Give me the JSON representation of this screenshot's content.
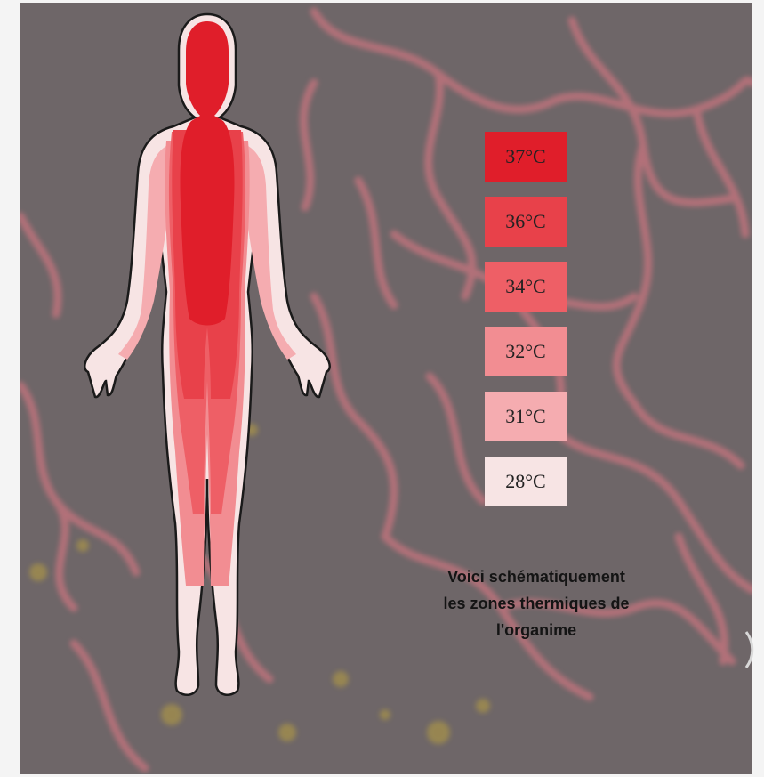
{
  "legend": [
    {
      "label": "37°C",
      "color": "#e01e2a"
    },
    {
      "label": "36°C",
      "color": "#e8414a"
    },
    {
      "label": "34°C",
      "color": "#ee5f66"
    },
    {
      "label": "32°C",
      "color": "#f28d92"
    },
    {
      "label": "31°C",
      "color": "#f5acb0"
    },
    {
      "label": "28°C",
      "color": "#f7e4e4"
    }
  ],
  "caption": {
    "line1": "Voici schématiquement",
    "line2": "les zones thermiques de",
    "line3": "l'organime"
  },
  "colors": {
    "background": "#6e6668",
    "coral": "#c9747f",
    "outline": "#1a1a1a"
  }
}
